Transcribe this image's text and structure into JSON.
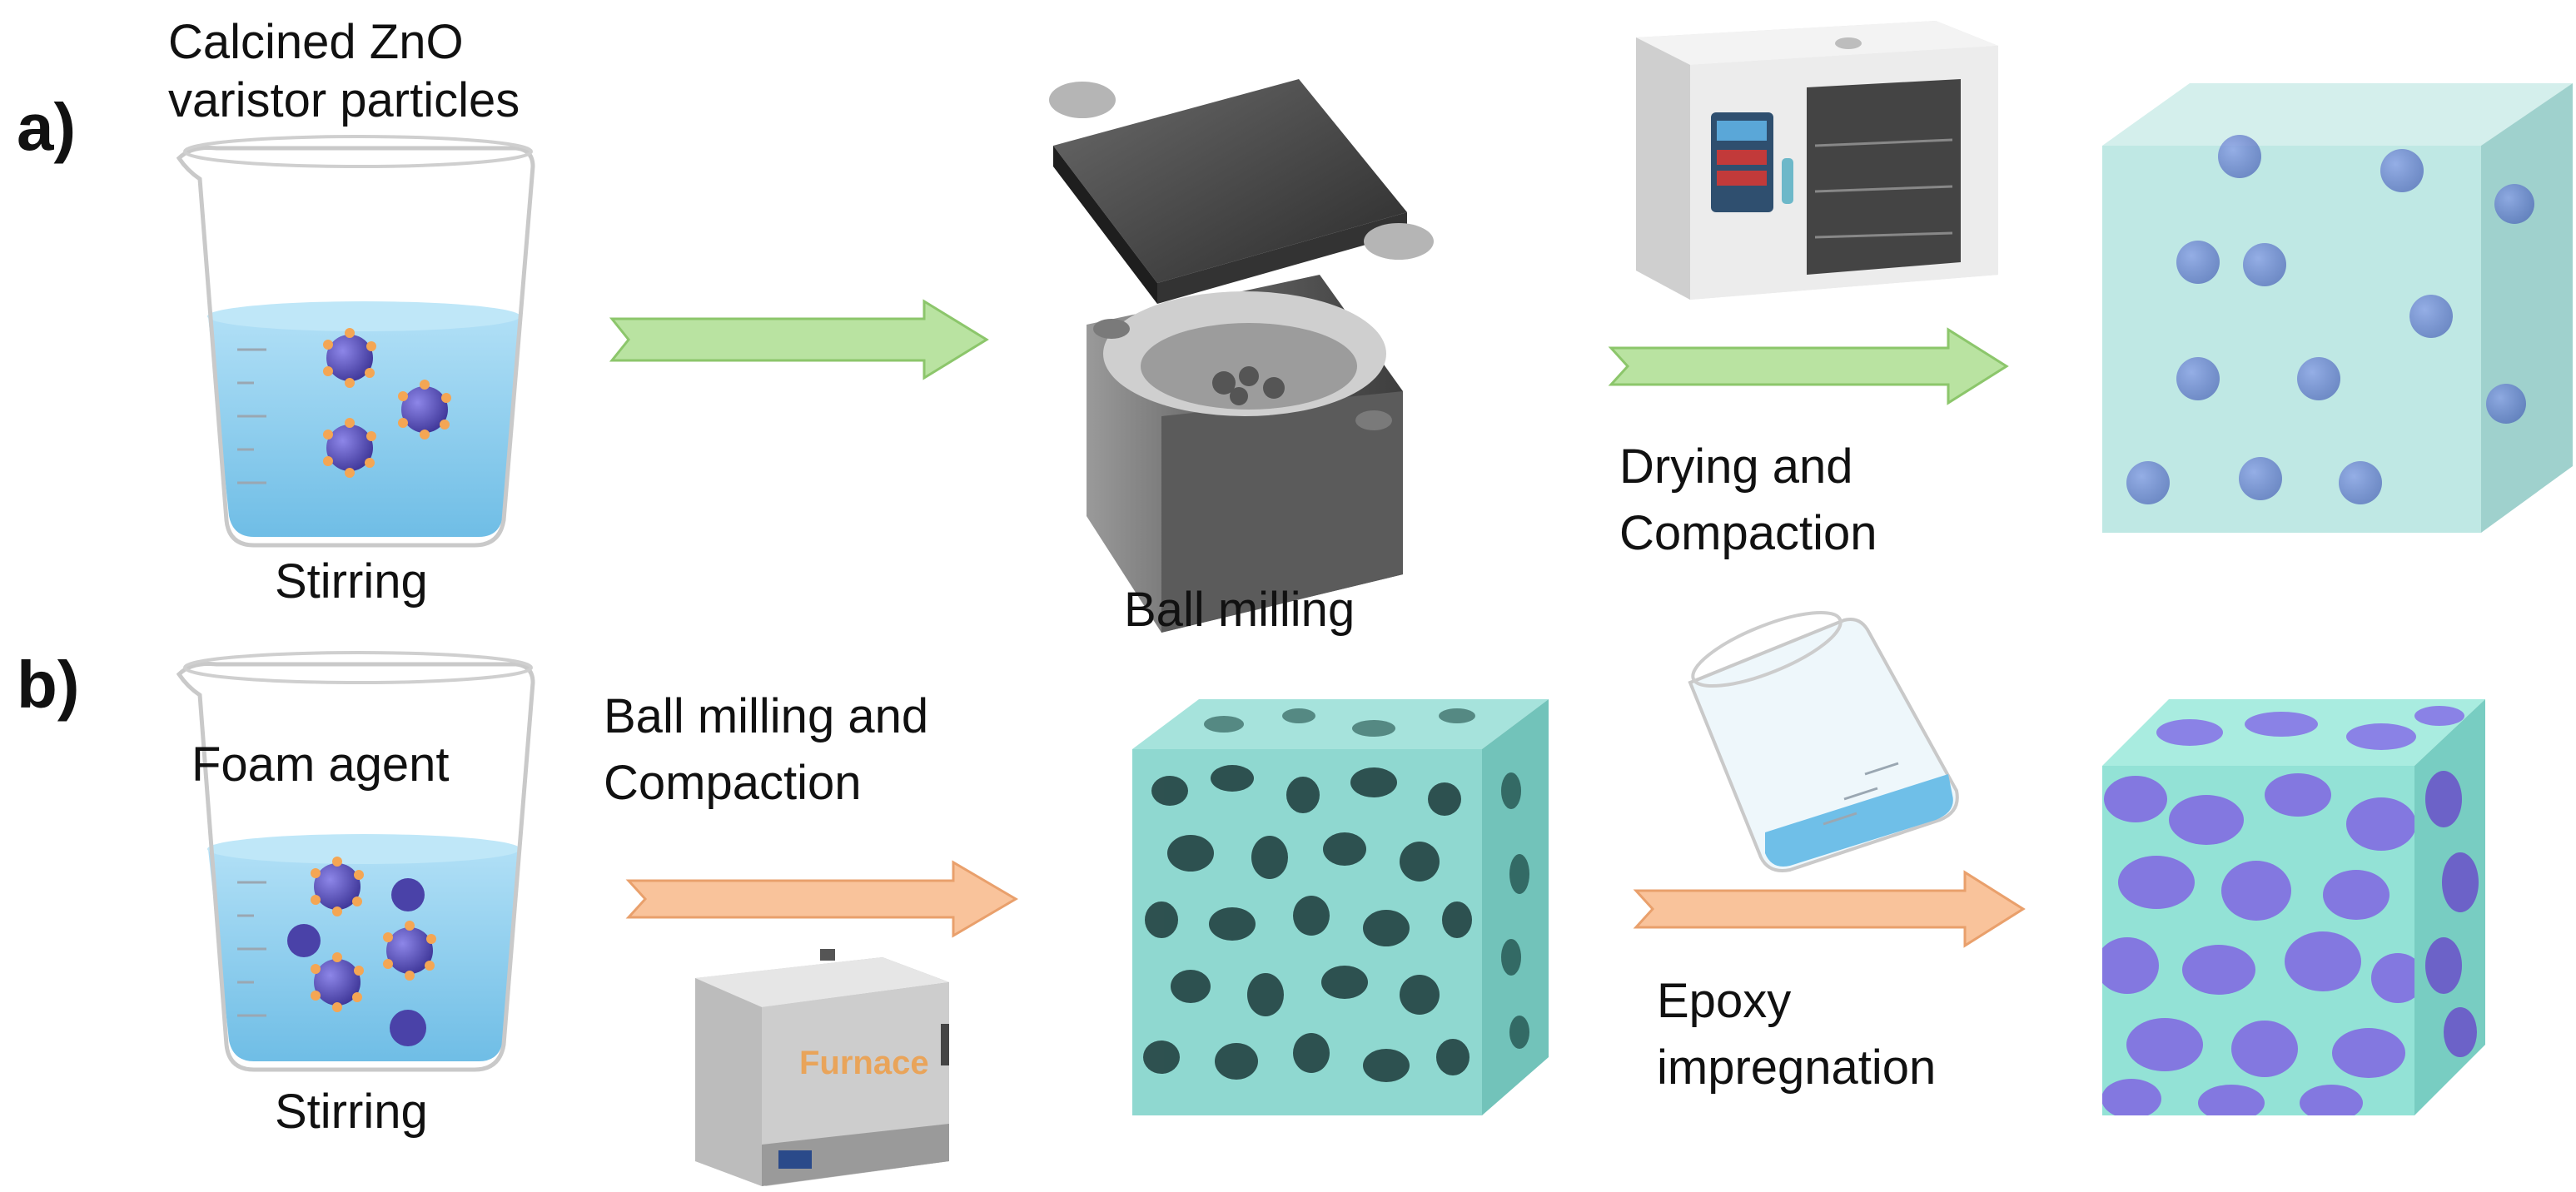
{
  "panel_a": {
    "letter": "a)",
    "beaker_caption_1": "Calcined ZnO",
    "beaker_caption_2": "varistor particles",
    "stir_label": "Stirring",
    "mill_label": "Ball milling",
    "dry_label_1": "Drying and",
    "dry_label_2": "Compaction"
  },
  "panel_b": {
    "letter": "b)",
    "beaker_caption": "Foam agent",
    "stir_label": "Stirring",
    "mill_label_1": "Ball milling and",
    "mill_label_2": "Compaction",
    "furnace_text": "Furnace",
    "epoxy_label_1": "Epoxy",
    "epoxy_label_2": "impregnation"
  },
  "colors": {
    "arrow_a": "#b9e3a1",
    "arrow_b": "#f9c39b",
    "water": "#7cc8ec",
    "particle": "#6b63c9",
    "foam": "#8fd8d0",
    "epoxy_fill": "#8378e0",
    "composite_cube": "#bfe8e4"
  }
}
